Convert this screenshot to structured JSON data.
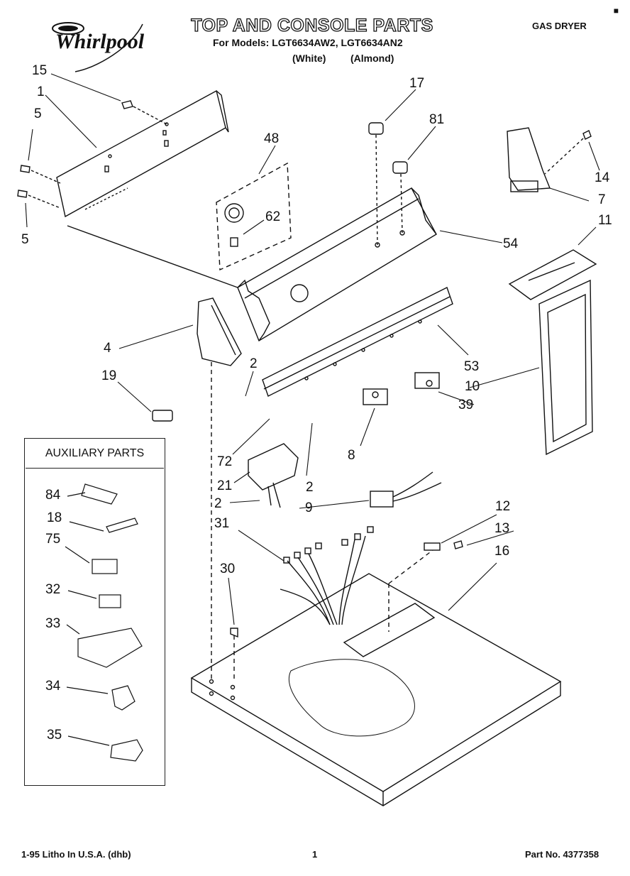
{
  "header": {
    "brand": "Whirlpool",
    "title": "TOP AND CONSOLE PARTS",
    "models_line": "For Models: LGT6634AW2, LGT6634AN2",
    "color_white": "(White)",
    "color_almond": "(Almond)",
    "product": "GAS DRYER"
  },
  "auxiliary": {
    "title": "AUXILIARY PARTS",
    "callouts": [
      "84",
      "18",
      "75",
      "32",
      "33",
      "34",
      "35"
    ]
  },
  "callouts": [
    "15",
    "1",
    "5",
    "5",
    "48",
    "62",
    "17",
    "81",
    "14",
    "7",
    "54",
    "11",
    "4",
    "19",
    "2",
    "53",
    "10",
    "39",
    "8",
    "72",
    "21",
    "2",
    "2",
    "9",
    "12",
    "13",
    "31",
    "16",
    "30"
  ],
  "footer": {
    "left": "1-95 Litho In U.S.A. (dhb)",
    "page": "1",
    "part": "Part No. 4377358"
  },
  "colors": {
    "ink": "#111111",
    "paper": "#ffffff"
  }
}
